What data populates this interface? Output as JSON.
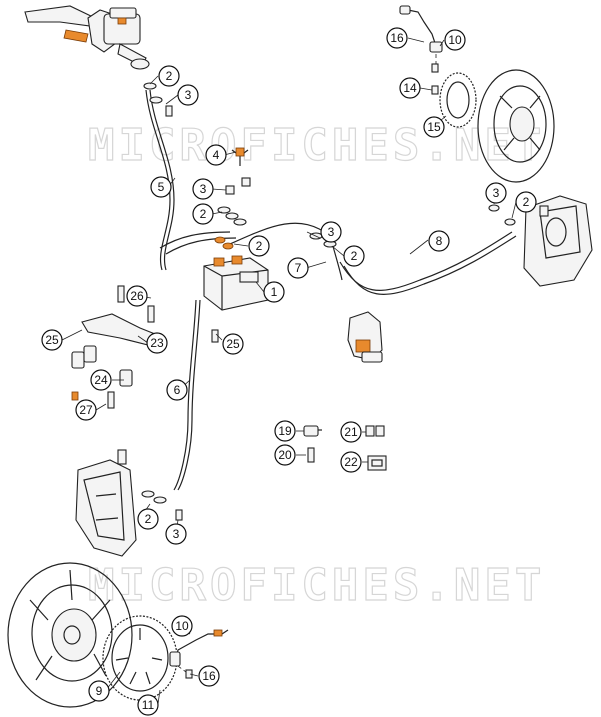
{
  "watermark": {
    "text": "MICROFICHES.NET"
  },
  "callouts": [
    {
      "label": "1"
    },
    {
      "label": "2"
    },
    {
      "label": "2"
    },
    {
      "label": "2"
    },
    {
      "label": "2"
    },
    {
      "label": "2"
    },
    {
      "label": "2"
    },
    {
      "label": "3"
    },
    {
      "label": "3"
    },
    {
      "label": "3"
    },
    {
      "label": "3"
    },
    {
      "label": "3"
    },
    {
      "label": "4"
    },
    {
      "label": "5"
    },
    {
      "label": "6"
    },
    {
      "label": "7"
    },
    {
      "label": "8"
    },
    {
      "label": "9"
    },
    {
      "label": "10"
    },
    {
      "label": "10"
    },
    {
      "label": "11"
    },
    {
      "label": "14"
    },
    {
      "label": "15"
    },
    {
      "label": "16"
    },
    {
      "label": "16"
    },
    {
      "label": "19"
    },
    {
      "label": "20"
    },
    {
      "label": "21"
    },
    {
      "label": "22"
    },
    {
      "label": "23"
    },
    {
      "label": "24"
    },
    {
      "label": "25"
    },
    {
      "label": "25"
    },
    {
      "label": "26"
    },
    {
      "label": "27"
    }
  ],
  "colors": {
    "accent": "#e88a2d",
    "line": "#222222",
    "watermark": "#d6d6d6"
  }
}
